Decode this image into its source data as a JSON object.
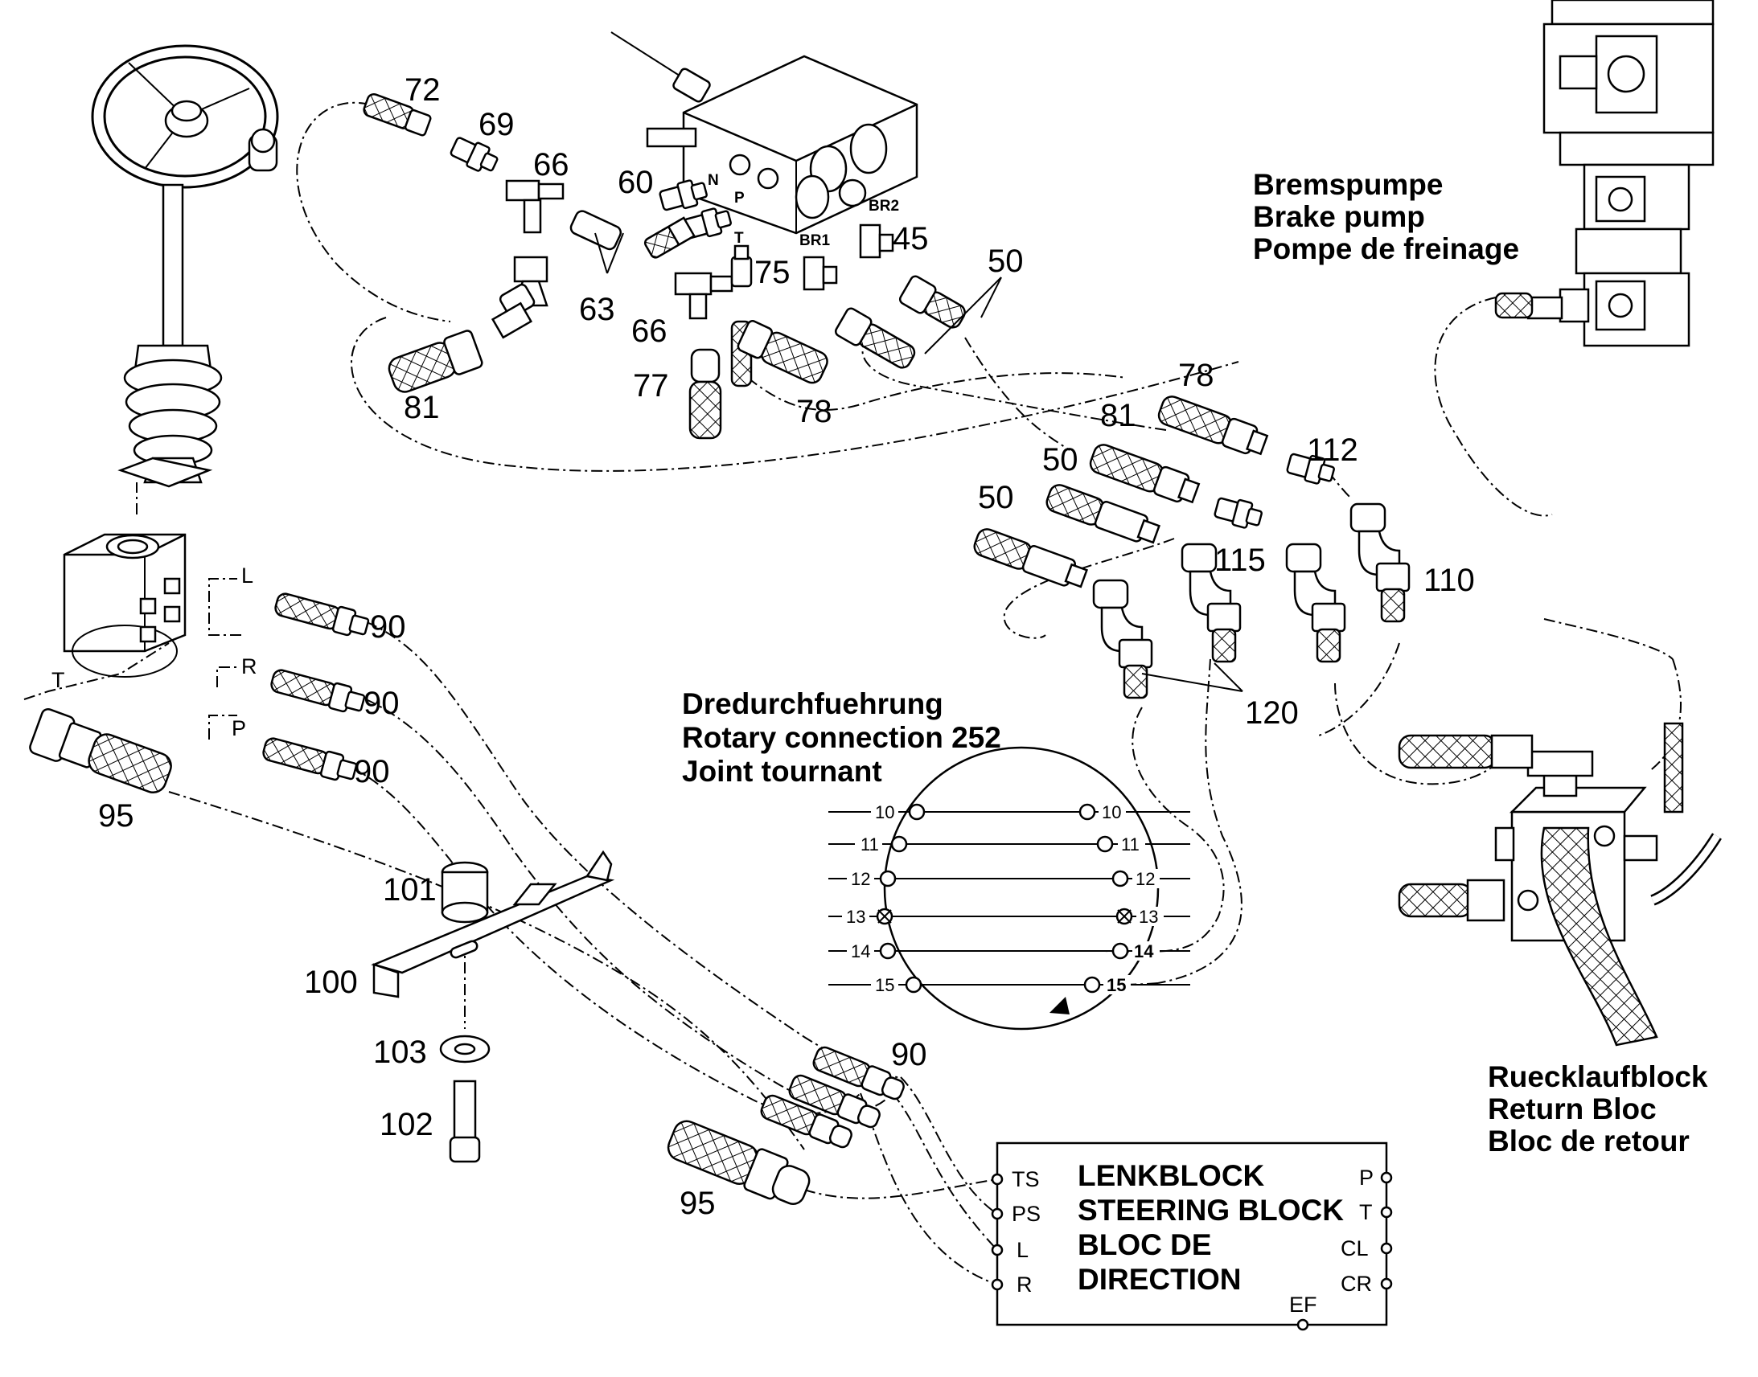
{
  "labels": {
    "p72": "72",
    "p69": "69",
    "p66a": "66",
    "p60": "60",
    "p63": "63",
    "p66b": "66",
    "p75": "75",
    "p45": "45",
    "p50a": "50",
    "p81a": "81",
    "p77": "77",
    "p78a": "78",
    "p78b": "78",
    "p81b": "81",
    "p112": "112",
    "p50b": "50",
    "p50c": "50",
    "p115": "115",
    "p110": "110",
    "p120": "120",
    "p90a": "90",
    "p90b": "90",
    "p90c": "90",
    "p95a": "95",
    "p101": "101",
    "p100": "100",
    "p103": "103",
    "p102": "102",
    "p90d": "90",
    "p95b": "95"
  },
  "valve_ports": {
    "n": "N",
    "p": "P",
    "t": "T",
    "br1": "BR1",
    "br2": "BR2"
  },
  "steering_ports": {
    "l": "L",
    "r": "R",
    "p": "P",
    "t": "T"
  },
  "brake_pump": {
    "de": "Bremspumpe",
    "en": "Brake pump",
    "fr": "Pompe de freinage"
  },
  "rotary": {
    "de": "Dredurchfuehrung",
    "en": "Rotary connection 252",
    "fr": "Joint tournant",
    "left_ports": [
      "10",
      "11",
      "12",
      "13",
      "14",
      "15"
    ],
    "right_ports": [
      "10",
      "11",
      "12",
      "13",
      "14",
      "15"
    ]
  },
  "return_block": {
    "de": "Ruecklaufblock",
    "en": "Return Bloc",
    "fr": "Bloc de retour"
  },
  "steering_block": {
    "title_de": "LENKBLOCK",
    "title_en": "STEERING BLOCK",
    "title_fr_1": "BLOC DE",
    "title_fr_2": "DIRECTION",
    "left_ports": [
      "TS",
      "PS",
      "L",
      "R"
    ],
    "right_ports": [
      "P",
      "T",
      "CL",
      "CR"
    ],
    "bottom_port": "EF"
  }
}
